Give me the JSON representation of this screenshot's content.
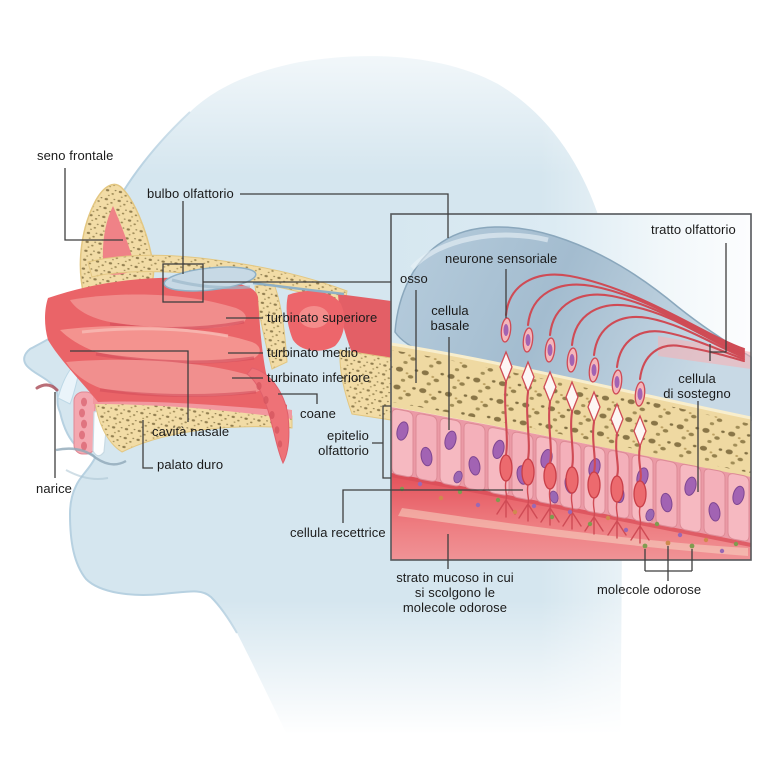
{
  "figure": {
    "kind": "anatomical illustration",
    "subject": "human olfactory system — sagittal section of the nose with magnified inset of the olfactory epithelium",
    "language": "Italian"
  },
  "diagram": {
    "head_section": {
      "labels": {
        "seno_frontale": "seno frontale",
        "bulbo_olfattorio": "bulbo olfattorio",
        "turbinato_superiore": "turbinato superiore",
        "turbinato_medio": "turbinato medio",
        "turbinato_inferiore": "turbinato inferiore",
        "coane": "coane",
        "cavita_nasale": "cavità nasale",
        "palato_duro": "palato duro",
        "narice": "narice",
        "epitelio_olfattorio": "epitelio\nolfattorio",
        "cellula_recettrice": "cellula recettrice",
        "strato_mucoso": "strato mucoso in cui\nsi scolgono le\nmolecole odorose",
        "molecole_odorose": "molecole odorose"
      }
    },
    "inset_section": {
      "labels": {
        "osso": "osso",
        "neurone_sensoriale": "neurone sensoriale",
        "tratto_olfattorio": "tratto olfattorio",
        "cellula_basale": "cellula\nbasale",
        "cellula_di_sostegno": "cellula\ndi sostegno"
      }
    }
  },
  "palette": {
    "background": "#ffffff",
    "head_skin": "#d5e6ef",
    "head_edge": "#b7d1e1",
    "cavity_red": "#ea6468",
    "fold_light": "#f4938f",
    "fold_shadow": "#d44f5c",
    "bone_beige": "#f0daa4",
    "bone_speckle": "#6f5d31",
    "sinus_pink": "#ef8287",
    "bulb_blue": "#a9c1d3",
    "epithelium_pink": "#f6b9c1",
    "nucleus_purple": "#a263b3",
    "neuron_red": "#cf4b55",
    "mucus_red": "#e65f66",
    "line_dark": "#3f3f3f",
    "label_text": "#1b1b1b"
  }
}
